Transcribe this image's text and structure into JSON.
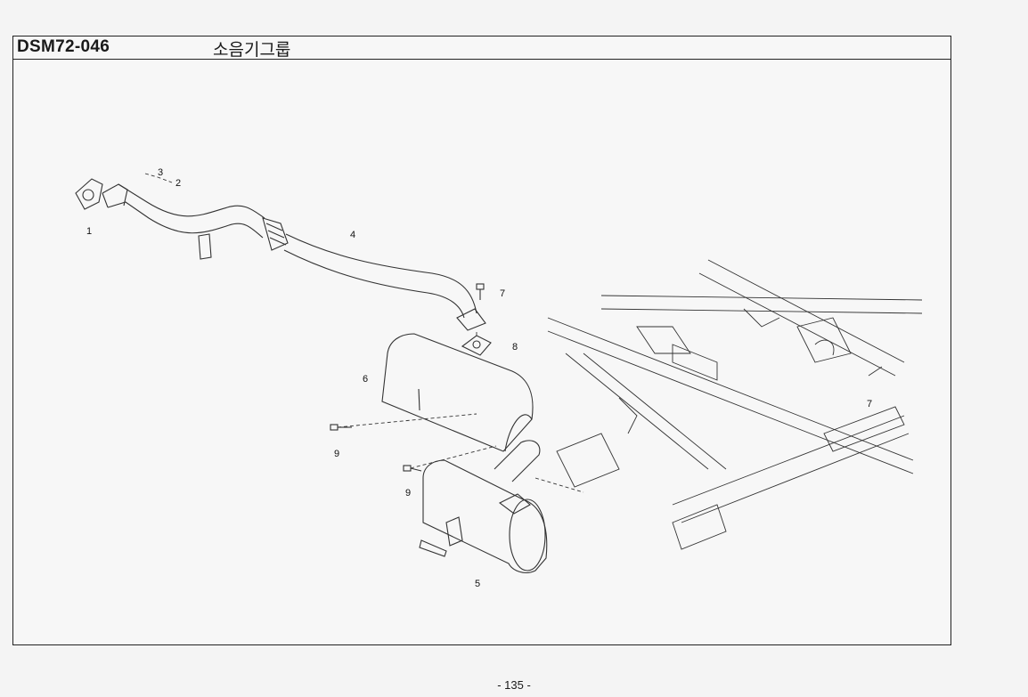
{
  "header": {
    "code": "DSM72-046",
    "title": "소음기그룹"
  },
  "callouts": [
    {
      "id": "c1",
      "label": "1"
    },
    {
      "id": "c2",
      "label": "2"
    },
    {
      "id": "c3",
      "label": "3"
    },
    {
      "id": "c4",
      "label": "4"
    },
    {
      "id": "c5",
      "label": "5"
    },
    {
      "id": "c6",
      "label": "6"
    },
    {
      "id": "c7",
      "label": "7"
    },
    {
      "id": "c7b",
      "label": "7"
    },
    {
      "id": "c8",
      "label": "8"
    },
    {
      "id": "c9",
      "label": "9"
    },
    {
      "id": "c9b",
      "label": "9"
    }
  ],
  "footer": {
    "page": "- 135 -"
  }
}
